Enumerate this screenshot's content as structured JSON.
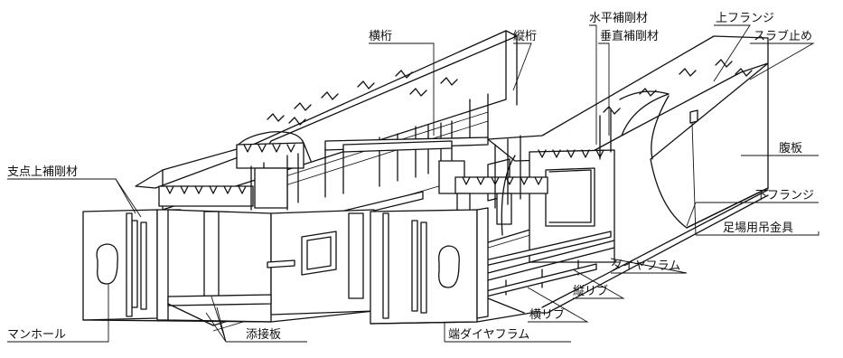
{
  "labels": {
    "cross_girder": "横桁",
    "stringer": "縦桁",
    "horizontal_stiffener": "水平補剛材",
    "vertical_stiffener": "垂直補剛材",
    "upper_flange": "上フランジ",
    "slab_stopper": "スラブ止め",
    "bearing_stiffener": "支点上補剛材",
    "web": "腹板",
    "lower_flange": "下フランジ",
    "scaffold_hanger": "足場用吊金具",
    "diaphragm": "ダイヤフラム",
    "longitudinal_rib": "縦リブ",
    "transverse_rib": "横リブ",
    "manhole": "マンホール",
    "splice_plate": "添接板",
    "end_diaphragm": "端ダイヤフラム"
  }
}
